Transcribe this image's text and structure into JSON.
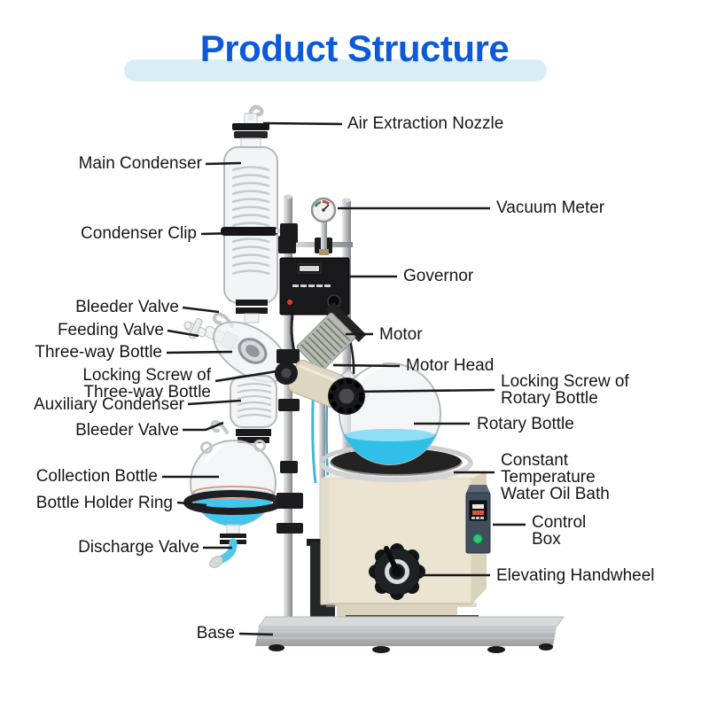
{
  "title": "Product Structure",
  "colors": {
    "title_blue": "#0b5bd8",
    "band_blue": "#d8edf6",
    "label_black": "#161616",
    "liquid_blue": "#3cc3ec",
    "bath_cream": "#eae4d1",
    "control_navy": "#414d5d",
    "green_button": "#31c573",
    "steel_gray": "#b9bcbf"
  },
  "callouts": [
    {
      "id": "air-extraction-nozzle",
      "side": "right",
      "text": "Air Extraction Nozzle"
    },
    {
      "id": "main-condenser",
      "side": "left",
      "text": "Main Condenser"
    },
    {
      "id": "condenser-clip",
      "side": "left",
      "text": "Condenser Clip"
    },
    {
      "id": "vacuum-meter",
      "side": "right",
      "text": "Vacuum Meter"
    },
    {
      "id": "governor",
      "side": "right",
      "text": "Governor"
    },
    {
      "id": "bleeder-valve-upper",
      "side": "left",
      "text": "Bleeder Valve"
    },
    {
      "id": "feeding-valve",
      "side": "left",
      "text": "Feeding Valve"
    },
    {
      "id": "three-way-bottle",
      "side": "left",
      "text": "Three-way Bottle"
    },
    {
      "id": "motor",
      "side": "right",
      "text": "Motor"
    },
    {
      "id": "locking-screw-three-way-bottle",
      "side": "left",
      "text": "Locking Screw of\nThree-way Bottle"
    },
    {
      "id": "motor-head",
      "side": "right",
      "text": "Motor Head"
    },
    {
      "id": "auxiliary-condenser",
      "side": "left",
      "text": "Auxiliary Condenser"
    },
    {
      "id": "locking-screw-rotary-bottle",
      "side": "right",
      "text": "Locking Screw of\nRotary Bottle"
    },
    {
      "id": "bleeder-valve-lower",
      "side": "left",
      "text": "Bleeder Valve"
    },
    {
      "id": "rotary-bottle",
      "side": "right",
      "text": "Rotary Bottle"
    },
    {
      "id": "collection-bottle",
      "side": "left",
      "text": "Collection Bottle"
    },
    {
      "id": "constant-temperature-water-oil-bath",
      "side": "right",
      "text": "Constant\nTemperature\nWater Oil Bath"
    },
    {
      "id": "bottle-holder-ring",
      "side": "left",
      "text": "Bottle Holder Ring"
    },
    {
      "id": "control-box",
      "side": "right",
      "text": "Control\nBox"
    },
    {
      "id": "discharge-valve",
      "side": "left",
      "text": "Discharge Valve"
    },
    {
      "id": "elevating-handwheel",
      "side": "right",
      "text": "Elevating Handwheel"
    },
    {
      "id": "base",
      "side": "left",
      "text": "Base"
    }
  ]
}
